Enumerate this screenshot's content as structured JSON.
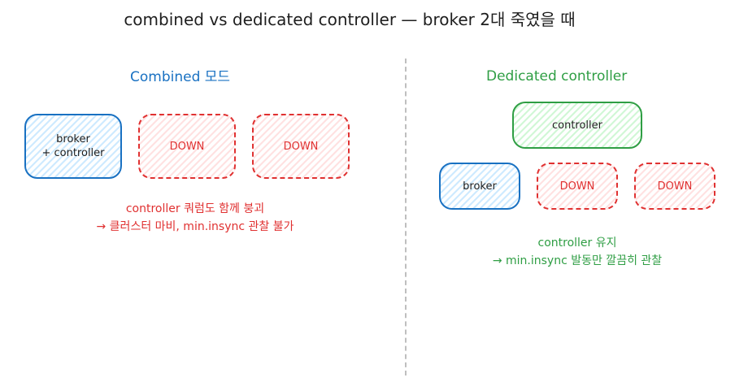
{
  "title": "combined vs dedicated controller — broker 2대 죽였을 때",
  "colors": {
    "blue": "#1971c2",
    "green": "#2f9e44",
    "red": "#e03131",
    "divider": "#bfbfbf"
  },
  "left": {
    "heading": "Combined 모드",
    "node_combined": "broker\n+ controller",
    "node_down_1": "DOWN",
    "node_down_2": "DOWN",
    "note_line_1": "controller 쿼럼도 함께 붕괴",
    "note_line_2": "→ 클러스터 마비, min.insync 관찰 불가"
  },
  "right": {
    "heading": "Dedicated controller",
    "node_controller": "controller",
    "node_broker": "broker",
    "node_down_1": "DOWN",
    "node_down_2": "DOWN",
    "note_line_1": "controller 유지",
    "note_line_2": "→ min.insync 발동만 깔끔히 관찰"
  }
}
